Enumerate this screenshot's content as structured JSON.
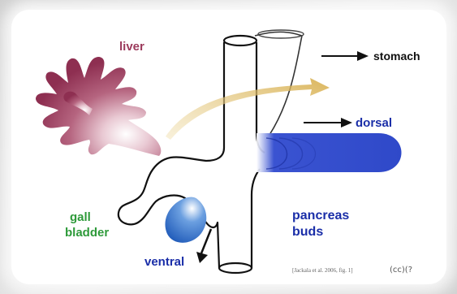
{
  "labels": {
    "liver": "liver",
    "stomach": "stomach",
    "dorsal": "dorsal",
    "gall": "gall",
    "bladder": "bladder",
    "pancreas": "pancreas",
    "buds": "buds",
    "ventral": "ventral"
  },
  "citation": "[Jackala et al. 2006, fig. 1]",
  "license_mark": "(cc)(?",
  "colors": {
    "liver": "#9c3a5c",
    "stomach_text": "#111111",
    "dorsal_text": "#1a2ea8",
    "gall_bladder_text": "#2e9a3a",
    "pancreas_text": "#1a2ea8",
    "ventral_text": "#1a2ea8",
    "dorsal_bud": "#2f49c9",
    "ventral_bud": "#2f6fc9",
    "arrow_gold": "#d7b152"
  }
}
